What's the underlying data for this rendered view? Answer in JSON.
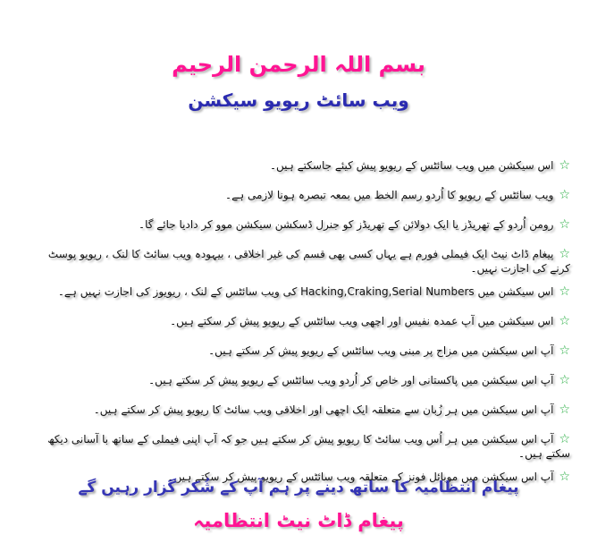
{
  "header": {
    "title": "بسم اللہ الرحمن الرحیم",
    "subtitle": "ویب سائٹ ریویو سیکشن"
  },
  "rules": [
    "اس سیکشن میں ویب سائٹس کے ریویو پیش کیئے جاسکتے ہیں۔",
    "ویب سائٹس کے ریویو کا اُردو رسم الخط میں بمعہ تبصرہ ہونا لازمی ہے۔",
    "رومن اُردو کے تھریڈز یا ایک دولائن کے تھریڈز کو جنرل ڈسکشن سیکشن موو کر دادیا جائے گا۔",
    "پیغام ڈاٹ نیٹ ایک فیملی فورم ہے یہاں کسی بھی قسم کی غیر اخلاقی ، بیہودہ ویب سائٹ کا لنک ، ریویو پوسٹ کرنے کی اجازت نہیں۔",
    "اس سیکشن میں Hacking,Craking,Serial Numbers کی ویب سائٹس کے لنک ، ریویوز کی اجازت نہیں ہے۔",
    "اس سیکشن میں آپ عمدہ نفیس اور اچھی ویب سائٹس کے ریویو پیش کر سکتے ہیں۔",
    "آپ اس سیکشن میں مزاح پر مبنی ویب سائٹس کے ریویو پیش کر سکتے ہیں۔",
    "آپ اس سیکشن میں پاکستانی اور خاص کر اُردو ویب سائٹس کے ریویو پیش کر سکتے ہیں۔",
    "آپ اس سیکشن میں ہر زُبان سے متعلقہ ایک اچھی اور اخلاقی ویب سائٹ کا ریویو پیش کر سکتے ہیں۔",
    "آپ اس سیکشن میں ہر اُس ویب سائٹ کا ریویو پیش کر سکتے ہیں جو کہ آپ اپنی فیملی کے ساتھ با آسانی دیکھ سکتے ہیں۔",
    "آپ اس سیکشن میں موبائل فونز کے متعلقہ ویب سائٹس کے ریویو پیش کر سکتے ہیں۔"
  ],
  "bullet_icon": "star-outline",
  "footer": {
    "thanks": "پیغام انتظامیہ کا ساتھ دینے پر ہم آپ کے شُکر گزار رہیں گے",
    "signature": "پیغام ڈاٹ نیٹ انتظامیہ"
  }
}
